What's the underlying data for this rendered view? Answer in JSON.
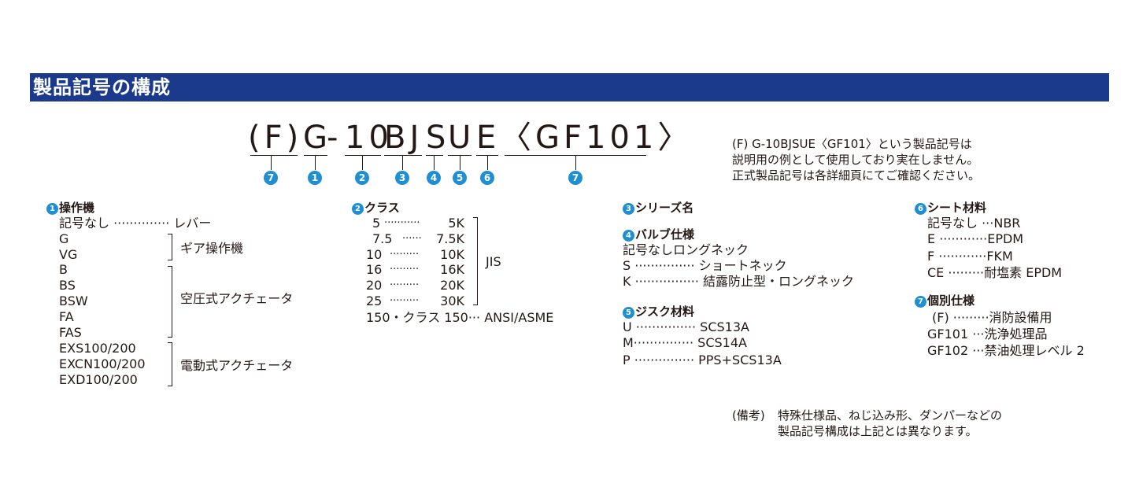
{
  "header": {
    "title": "製品記号の構成"
  },
  "code": {
    "parts": [
      "(F)",
      "G",
      "-",
      "10",
      "BJ",
      "S",
      "U",
      "E",
      "〈GF101〉"
    ],
    "badges": [
      "7",
      "1",
      "2",
      "3",
      "4",
      "5",
      "6",
      "7"
    ]
  },
  "note_example": {
    "lines": [
      "(F) G-10BJSUE〈GF101〉という製品記号は",
      "説明用の例として使用しており実在しません。",
      "正式製品記号は各詳細頁にてご確認ください。"
    ]
  },
  "sections": {
    "s1": {
      "num": "1",
      "title": "操作機",
      "rows": [
        "記号なし ·············· レバー",
        "G",
        "VG",
        "B",
        "BS",
        "BSW",
        "FA",
        "FAS",
        "EXS100/200",
        "EXCN100/200",
        "EXD100/200"
      ],
      "groups": [
        "ギア操作機",
        "空圧式アクチェータ",
        "電動式アクチェータ"
      ]
    },
    "s2": {
      "num": "2",
      "title": "クラス",
      "rows": [
        {
          "a": "5",
          "dots": "···········",
          "b": "5K"
        },
        {
          "a": "7.5",
          "dots": "······",
          "b": "7.5K"
        },
        {
          "a": "10",
          "dots": "·········",
          "b": "10K"
        },
        {
          "a": "16",
          "dots": "·········",
          "b": "16K"
        },
        {
          "a": "20",
          "dots": "·········",
          "b": "20K"
        },
        {
          "a": "25",
          "dots": "·········",
          "b": "30K"
        }
      ],
      "group": "JIS",
      "last": "150・クラス 150··· ANSI/ASME"
    },
    "s3": {
      "num": "3",
      "title": "シリーズ名"
    },
    "s4": {
      "num": "4",
      "title": "バルブ仕様",
      "rows": [
        "記号なしロングネック",
        "S ··············· ショートネック",
        "K ················ 結露防止型・ロングネック"
      ]
    },
    "s5": {
      "num": "5",
      "title": "ジスク材料",
      "rows": [
        "U ··············· SCS13A",
        "M··············· SCS14A",
        "P ··············· PPS+SCS13A"
      ]
    },
    "s6": {
      "num": "6",
      "title": "シート材料",
      "rows": [
        "記号なし ···NBR",
        "E ············EPDM",
        "F ············FKM",
        "CE ·········耐塩素 EPDM"
      ]
    },
    "s7": {
      "num": "7",
      "title": "個別仕様",
      "rows": [
        "(F) ·········消防設備用",
        "GF101 ···洗浄処理品",
        "GF102 ···禁油処理レベル 2"
      ]
    }
  },
  "remarks": {
    "label": "(備考)",
    "lines": [
      "特殊仕様品、ねじ込み形、ダンパーなどの",
      "製品記号構成は上記とは異なります。"
    ]
  },
  "colors": {
    "header_bg": "#1b3a8c",
    "badge": "#1d8fd2",
    "text": "#231815"
  }
}
